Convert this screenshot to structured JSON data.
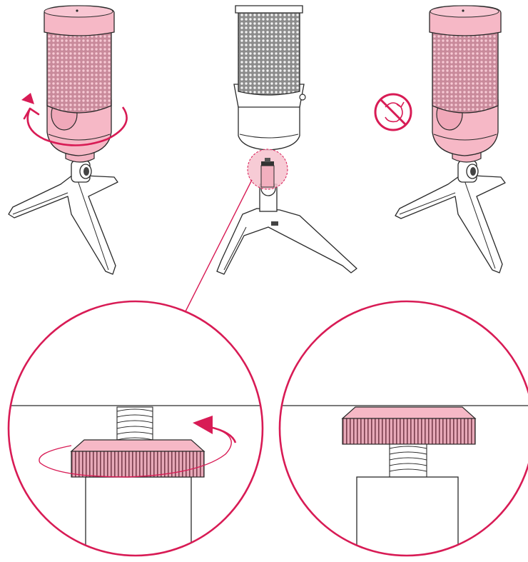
{
  "colors": {
    "accent": "#d81b55",
    "pink_fill": "#f6b8c6",
    "pink_mesh": "#d98fa3",
    "line": "#2a2a2a",
    "white": "#ffffff",
    "grey_mesh": "#9a9a9a"
  },
  "panels": [
    {
      "id": "rotate-mic-body",
      "state": "rotate"
    },
    {
      "id": "mic-reference",
      "state": "neutral"
    },
    {
      "id": "no-rotate-mic-body",
      "state": "prohibited"
    }
  ],
  "details": [
    {
      "id": "knob-loosen",
      "state": "rotate"
    },
    {
      "id": "knob-tightened",
      "state": "locked"
    }
  ],
  "icons": [
    "rotate-arrow-icon",
    "no-rotate-icon",
    "zoom-callout-icon"
  ]
}
